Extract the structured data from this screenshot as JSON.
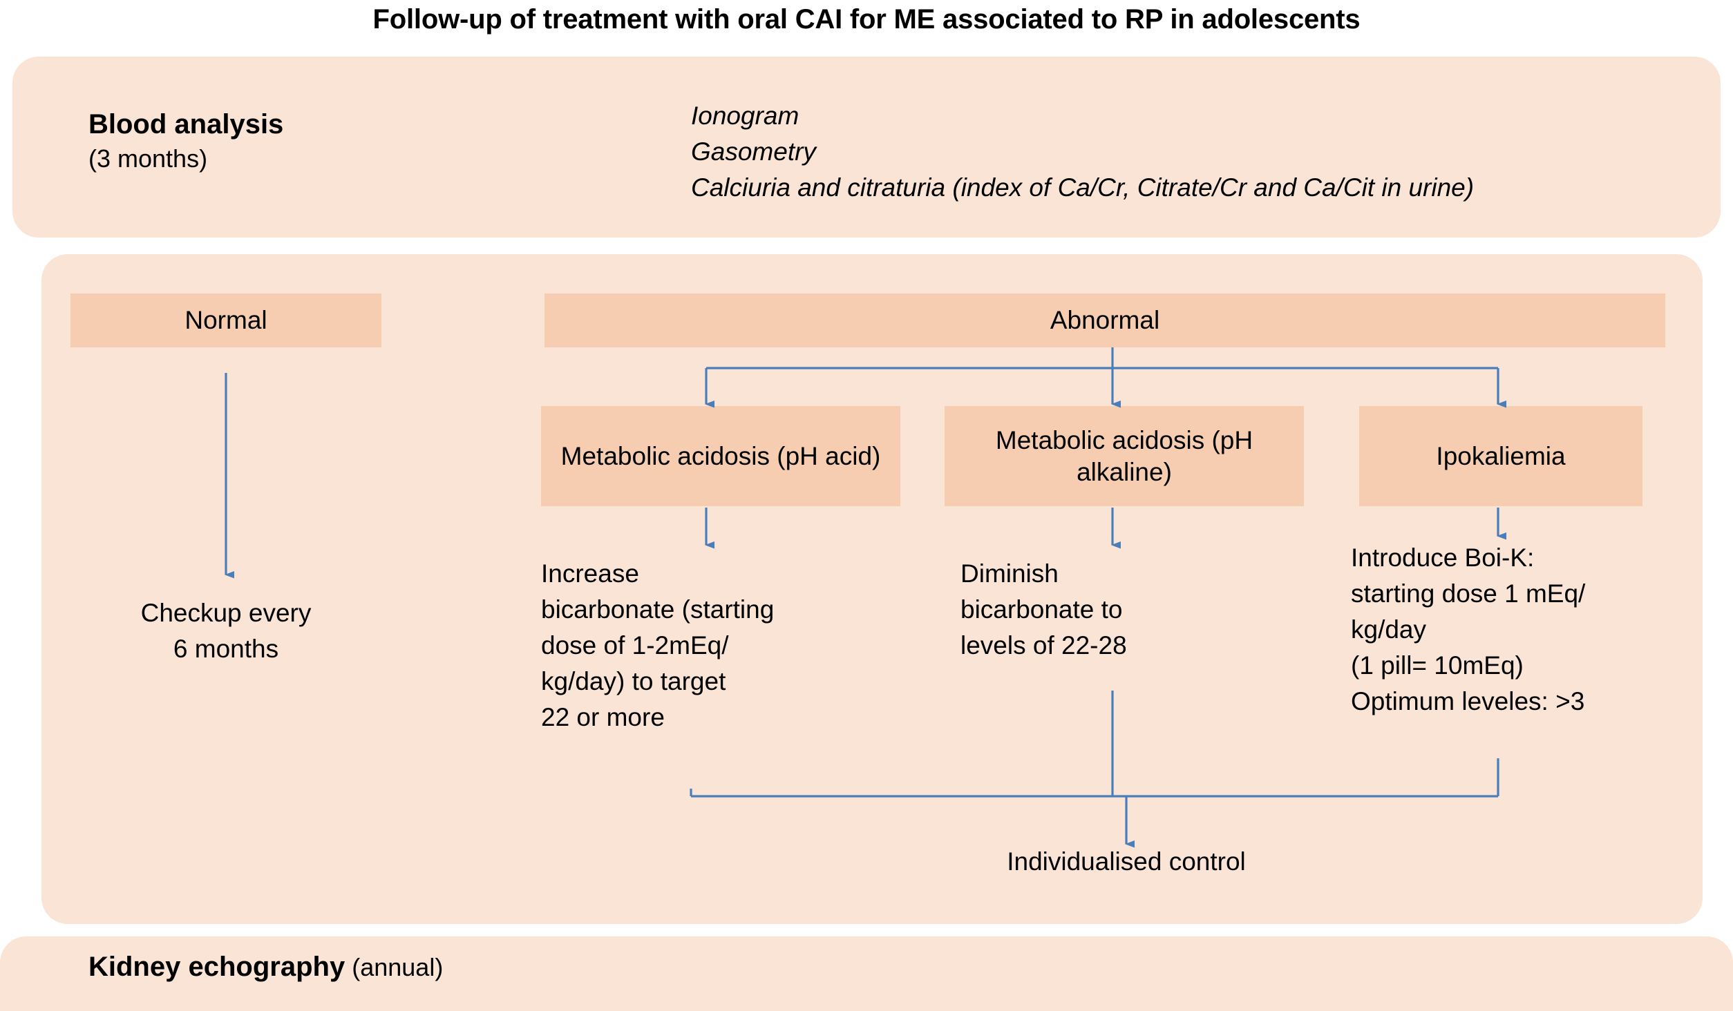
{
  "title": "Follow-up of treatment with oral CAI for ME associated to RP in adolescents",
  "colors": {
    "page_background": "#FFFFFF",
    "panel_background": "#FAE4D6",
    "box_fill": "#F6CDB0",
    "connector": "#4A7EBB",
    "text": "#000000"
  },
  "blood_analysis": {
    "heading": "Blood analysis",
    "interval": "(3 months)",
    "tests": [
      "Ionogram",
      "Gasometry",
      "Calciuria and citraturia (index of Ca/Cr, Citrate/Cr and Ca/Cit in urine)"
    ]
  },
  "branch": {
    "normal": {
      "label": "Normal",
      "outcome": "Checkup every\n6 months"
    },
    "abnormal": {
      "label": "Abnormal",
      "conditions": [
        {
          "label": "Metabolic acidosis\n(pH acid)",
          "treatment": "Increase\nbicarbonate (starting\ndose of 1-2mEq/\nkg/day) to target\n22 or more"
        },
        {
          "label": "Metabolic acidosis\n(pH alkaline)",
          "treatment": "Diminish\nbicarbonate to\nlevels of 22-28"
        },
        {
          "label": "Ipokaliemia",
          "treatment": "Introduce Boi-K:\nstarting dose 1 mEq/\nkg/day\n(1 pill= 10mEq)\nOptimum leveles: >3"
        }
      ],
      "merge_outcome": "Individualised control"
    }
  },
  "kidney_echography": {
    "heading": "Kidney echography",
    "interval": "(annual)"
  }
}
